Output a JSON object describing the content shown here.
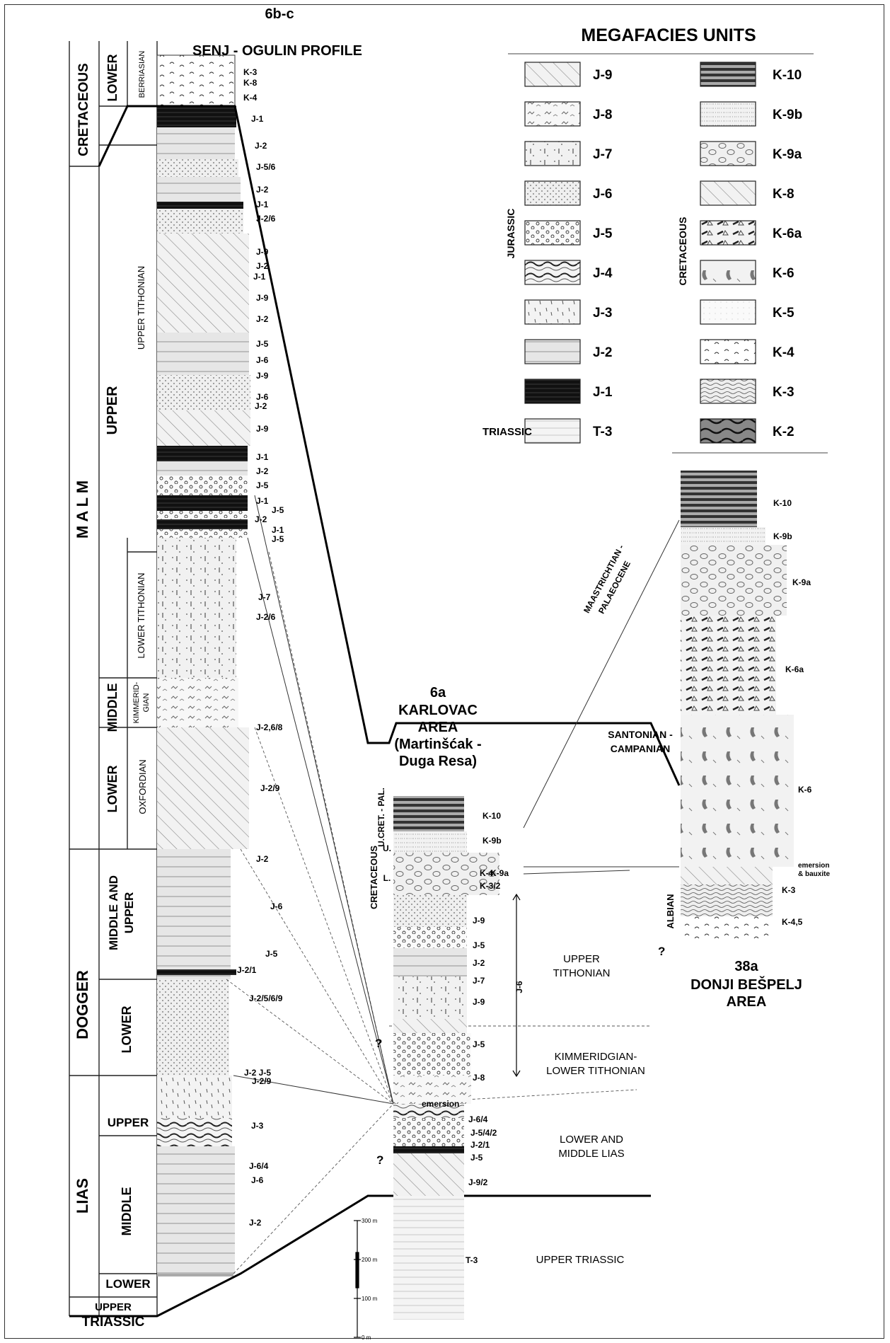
{
  "title_main": "MEGAFACIES UNITS",
  "jurassic_label": "JURASSIC",
  "cretaceous_label": "CRETACEOUS",
  "triassic_label": "TRIASSIC",
  "legend_jurassic": [
    "J-9",
    "J-8",
    "J-7",
    "J-6",
    "J-5",
    "J-4",
    "J-3",
    "J-2",
    "J-1"
  ],
  "legend_triassic": "T-3",
  "legend_cretaceous": [
    "K-10",
    "K-9b",
    "K-9a",
    "K-8",
    "K-6a",
    "K-6",
    "K-5",
    "K-4",
    "K-3",
    "K-2"
  ],
  "profile_left": {
    "id": "6b-c",
    "name": "SENJ - OGULIN PROFILE",
    "periods": [
      "CRETACEOUS",
      "M A L M",
      "DOGGER",
      "LIAS",
      "UPPER TRIASSIC"
    ],
    "epochs": [
      "LOWER",
      "UPPER",
      "MIDDLE",
      "LOWER",
      "MIDDLE AND UPPER",
      "LOWER",
      "UPPER",
      "MIDDLE",
      "LOWER"
    ],
    "stages": [
      "BERRIASIAN",
      "UPPER TITHONIAN",
      "LOWER TITHONIAN",
      "KIMMERID-GIAN",
      "OXFORDIAN"
    ],
    "units": [
      "K-3",
      "K-8",
      "K-4",
      "J-1",
      "J-2",
      "J-5/6",
      "J-2",
      "J-1",
      "J-2/6",
      "J-9",
      "J-2",
      "J-1",
      "J-9",
      "J-2",
      "J-5",
      "J-6",
      "J-9",
      "J-6",
      "J-2",
      "J-9",
      "J-1",
      "J-2",
      "J-5",
      "J-1",
      "J-5",
      "J-2",
      "J-1",
      "J-5",
      "J-7",
      "J-2/6",
      "J-2,6/8",
      "J-2/9",
      "J-2",
      "J-6",
      "J-5",
      "J-2/1",
      "J-2/5/6/9",
      "J-2 J-5",
      "J-2/9",
      "J-3",
      "J-6/4",
      "J-6",
      "J-2"
    ]
  },
  "profile_mid": {
    "id": "6a",
    "name": "KARLOVAC AREA (Martinšćak - Duga Resa)",
    "name_lines": [
      "KARLOVAC",
      "AREA",
      "(Martinšćak -",
      "Duga Resa)"
    ],
    "side": [
      "U.CRET. - PAL.",
      "CRETACEOUS",
      "U.",
      "L."
    ],
    "units": [
      "K-10",
      "K-9b",
      "K-4",
      "K-9a",
      "K-3/2",
      "J-9",
      "J-5",
      "J-2",
      "J-7",
      "J-9",
      "J-5",
      "J-8",
      "emersion",
      "J-6/4",
      "J-5/4/2",
      "J-2/1",
      "J-5",
      "J-9/2",
      "T-3"
    ],
    "j6_label": "J-6",
    "ages": [
      "UPPER TITHONIAN",
      "KIMMERIDGIAN- LOWER TITHONIAN",
      "LOWER AND MIDDLE LIAS",
      "UPPER TRIASSIC"
    ],
    "scale": [
      "300 m",
      "200 m",
      "100 m",
      "0 m"
    ]
  },
  "profile_right": {
    "id": "38a",
    "name_lines": [
      "DONJI BEŠPELJ",
      "AREA"
    ],
    "units": [
      "K-10",
      "K-9b",
      "K-9a",
      "K-6a",
      "K-6",
      "emersion & bauxite",
      "K-3",
      "K-4,5"
    ],
    "ages": [
      "MAASTRICHTIAN - PALAEOCENE",
      "SANTONIAN - CAMPANIAN",
      "ALBIAN"
    ]
  },
  "question_marks": [
    "?",
    "?",
    "?"
  ]
}
